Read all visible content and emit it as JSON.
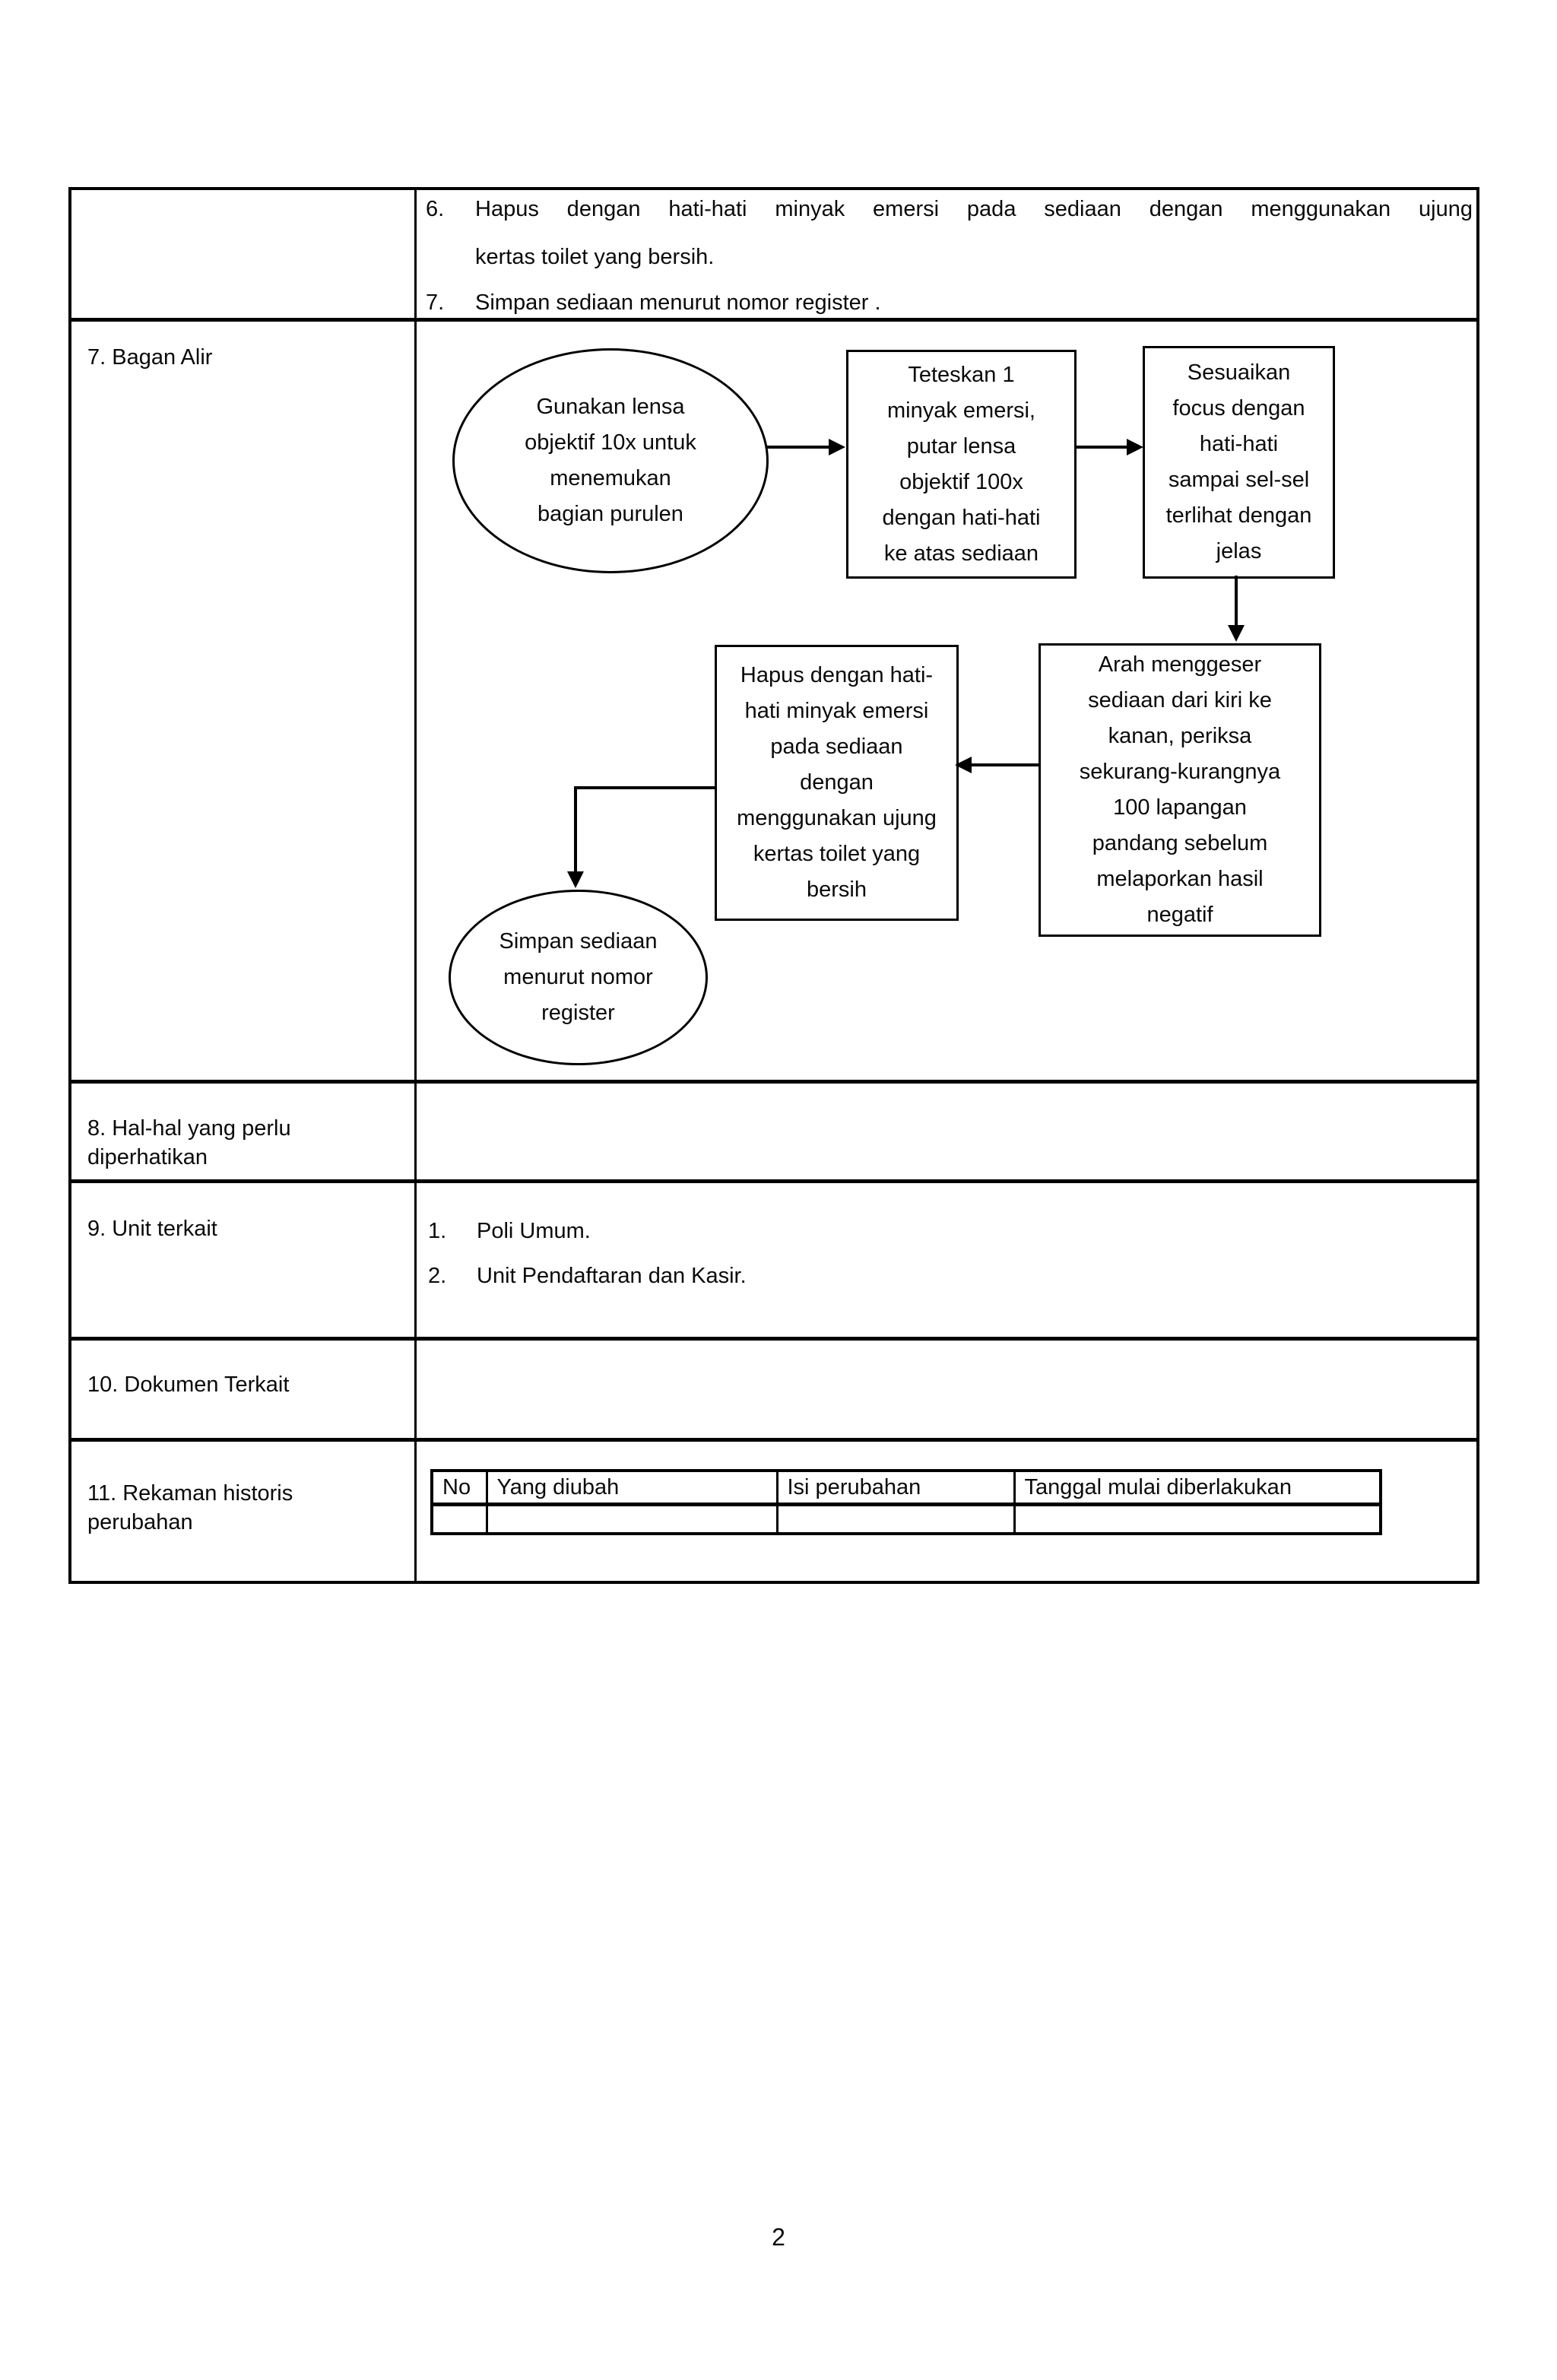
{
  "page_number": "2",
  "colors": {
    "ink": "#0a0a0a",
    "paper": "#ffffff"
  },
  "procedure_continuation": {
    "item6_no": "6.",
    "item6_line1": "Hapus dengan hati-hati minyak emersi pada sediaan dengan menggunakan ujung",
    "item6_line2": "kertas toilet yang bersih.",
    "item7_no": "7.",
    "item7_text": "Simpan sediaan menurut nomor register ."
  },
  "row_labels": {
    "bagan_alir": "7. Bagan Alir",
    "hal_hal": "8. Hal-hal yang perlu\ndiperhatikan",
    "unit_terkait": "9. Unit terkait",
    "dokumen_terkait": "10. Dokumen Terkait",
    "rekaman_historis": "11. Rekaman historis\nperubahan"
  },
  "flowchart": {
    "start": "Gunakan lensa\nobjektif 10x untuk\nmenemukan\nbagian purulen",
    "step_teteskan": "Teteskan 1\nminyak emersi,\nputar lensa\nobjektif 100x\ndengan hati-hati\nke atas sediaan",
    "step_sesuaikan": "Sesuaikan\nfocus dengan\nhati-hati\nsampai sel-sel\nterlihat dengan\njelas",
    "step_arah": "Arah menggeser\nsediaan dari kiri ke\nkanan, periksa\nsekurang-kurangnya\n100 lapangan\npandang sebelum\nmelaporkan hasil\nnegatif",
    "step_hapus": "Hapus dengan hati-\nhati minyak emersi\npada sediaan\ndengan\nmenggunakan ujung\nkertas toilet yang\nbersih",
    "end": "Simpan sediaan\nmenurut nomor\nregister"
  },
  "unit_terkait": {
    "item1_no": "1.",
    "item1": "Poli Umum.",
    "item2_no": "2.",
    "item2": "Unit Pendaftaran dan Kasir."
  },
  "revision_table": {
    "headers": {
      "no": "No",
      "yang_diubah": "Yang diubah",
      "isi_perubahan": "Isi perubahan",
      "tanggal": "Tanggal mulai diberlakukan"
    }
  }
}
